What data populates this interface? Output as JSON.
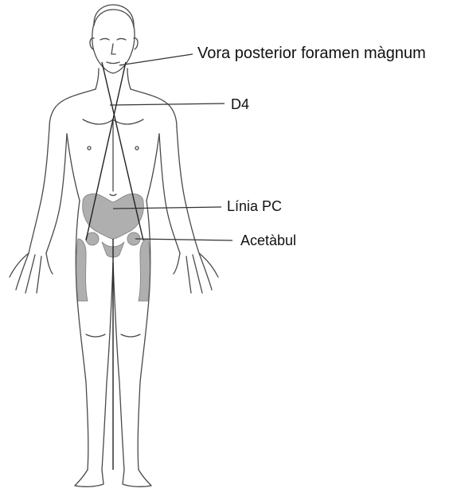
{
  "diagram": {
    "labels": {
      "foramen": "Vora posterior foramen màgnum",
      "d4": "D4",
      "pc_line": "Línia PC",
      "acetabulum": "Acetàbul"
    },
    "colors": {
      "outline": "#4a4a4a",
      "bone_fill": "#9c9c9c",
      "leader_line": "#333333",
      "measure_line": "#222222"
    }
  }
}
